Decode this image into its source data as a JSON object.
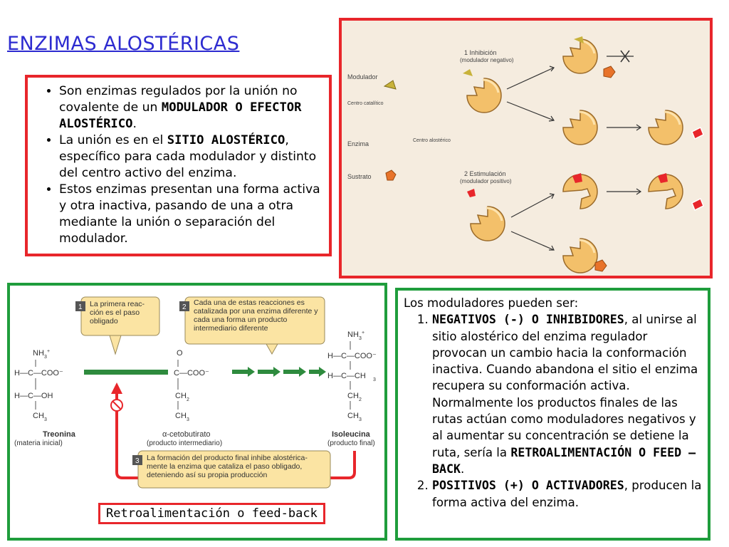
{
  "title": "ENZIMAS ALOSTÉRICAS",
  "intro": {
    "b1_a": "Son enzimas regulados por la unión no covalente de un ",
    "b1_b": "MODULADOR O EFECTOR ALOSTÉRICO",
    "b1_c": ".",
    "b2_a": "La unión es en el ",
    "b2_b": "SITIO ALOSTÉRICO",
    "b2_c": ", específico para cada modulador y distinto del centro activo del enzima.",
    "b3": "Estos enzimas presentan una forma activa y otra inactiva, pasando de una a otra mediante la unión o separación del modulador."
  },
  "diagram1": {
    "modulador": "Modulador",
    "centro_catalitico": "Centro catalítico",
    "enzima": "Enzima",
    "centro_alosterico": "Centro alostérico",
    "sustrato": "Sustrato",
    "inhibicion_1": "1 Inhibición",
    "inhibicion_2": "(modulador negativo)",
    "estimulacion_1": "2 Estimulación",
    "estimulacion_2": "(modulador positivo)"
  },
  "diagram2": {
    "step1": "La primera reac- ción es el paso obligado",
    "step2": "Cada una de estas reacciones es catalizada por una enzima diferente y cada una forma un producto intermediario diferente",
    "step3": "La formación del producto final inhibe alostérica- mente la enzima que cataliza el paso obligado, deteniendo así su propia producción",
    "treonina": "Treonina",
    "treonina_sub": "(materia inicial)",
    "cetobutirato": "α-cetobutirato",
    "cetobutirato_sub": "(producto intermediario)",
    "isoleucina": "Isoleucina",
    "isoleucina_sub": "(producto final)",
    "caption": "Retroalimentación o feed-back"
  },
  "moduladores": {
    "intro": "Los moduladores pueden ser:",
    "neg_a": "NEGATIVOS (-) O INHIBIDORES",
    "neg_b": ", al unirse al sitio alostérico del enzima regulador provocan un cambio hacia la conformación inactiva. Cuando abandona el sitio el enzima recupera su conformación activa. Normalmente los productos finales de las rutas actúan como moduladores negativos y al aumentar su concentración se detiene la ruta, sería la ",
    "neg_c": "RETROALIMENTACIÓN O FEED –BACK",
    "neg_d": ".",
    "pos_a": "POSITIVOS (+) O ACTIVADORES",
    "pos_b": ", producen la forma activa del enzima."
  },
  "colors": {
    "red": "#e8262b",
    "green": "#1f9d3c",
    "title": "#2d2bd0",
    "enzyme": "#f3c06a",
    "note": "#fbe4a3"
  }
}
